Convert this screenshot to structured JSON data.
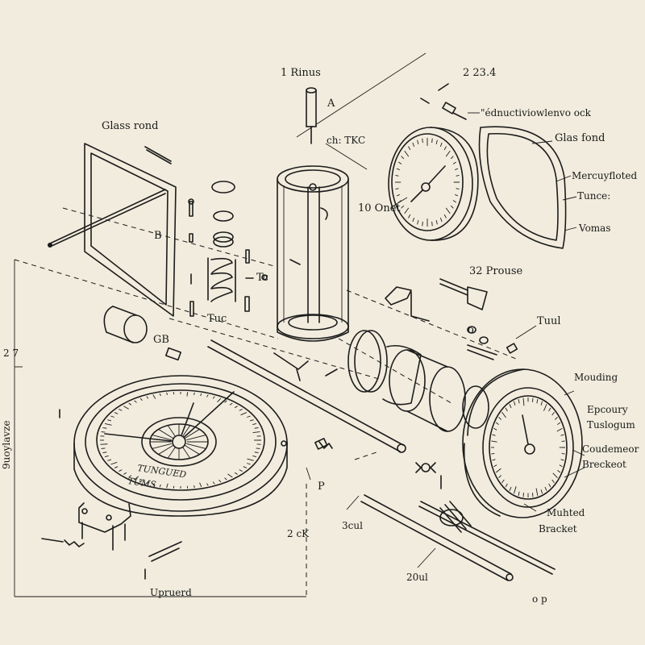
{
  "labels": {
    "one_rinus": "1 Rinus",
    "a": "A",
    "num_23_4": "2 23.4",
    "glass_rond": "Glass rond",
    "ch_tkc": "ch: TKC",
    "udiuctive": "\"édnuctiviowlenvo ock",
    "glas_fond": "Glas fond",
    "mercurated": "Mercuyfloted",
    "tunce": "Tunce:",
    "vomas": "Vomas",
    "ten_onet": "10 Onet",
    "b": "B",
    "tc": "Tc",
    "tuc": "Tuc",
    "prouse": "32 Prouse",
    "tuul": "Tuul",
    "gb": "GB",
    "o": "o",
    "side_27": "2 7",
    "side_rotated": "9uoylavze",
    "mouding": "Mouding",
    "epcoury": "Epcoury",
    "tuslogum": "Tuslogum",
    "coudemeor": "Coudemeor",
    "breckeot": "Breckeot",
    "p": "P",
    "three_ul": "3cul",
    "two_ck": "2 cK",
    "muhted": "Muhted",
    "bracket": "Bracket",
    "twenty_ul": "20ul",
    "upruerd": "Upruerd",
    "op": "o p",
    "dial_text_1": "TUNGUED",
    "dial_text_2": "TUMS"
  }
}
